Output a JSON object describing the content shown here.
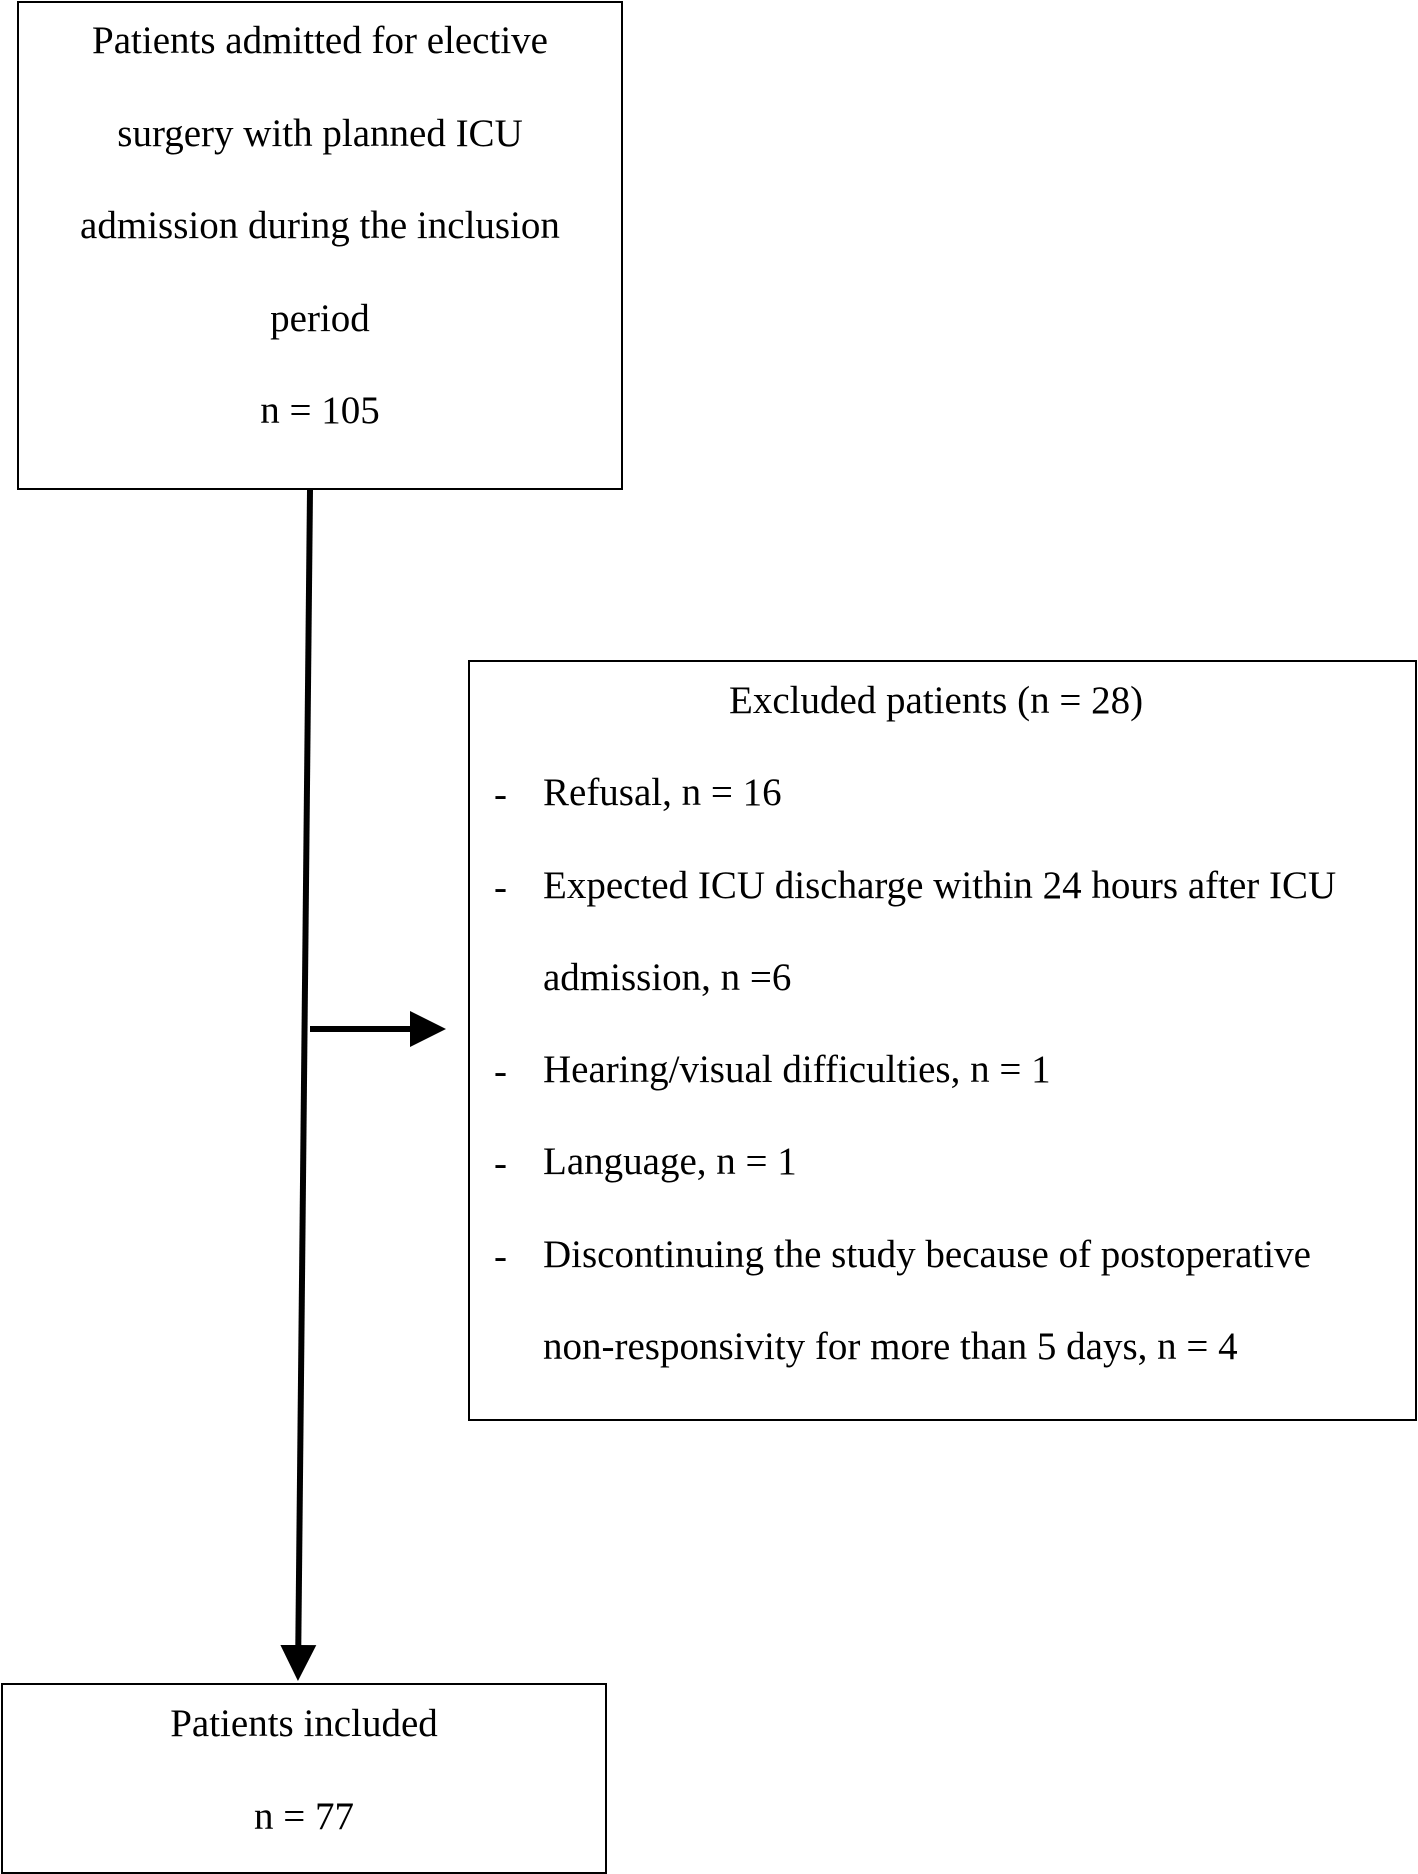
{
  "top_box": {
    "lines": [
      "Patients admitted for elective",
      "surgery with planned ICU",
      "admission during the inclusion",
      "period"
    ],
    "count": "n = 105"
  },
  "excluded_box": {
    "title": "Excluded patients (n = 28)",
    "bullet": "-",
    "items": [
      "Refusal, n = 16",
      "Expected ICU discharge within 24 hours after ICU",
      "admission, n =6",
      "Hearing/visual difficulties, n = 1",
      "Language, n = 1",
      "Discontinuing the study because of postoperative",
      "non-responsivity for more than 5 days, n = 4"
    ]
  },
  "included_box": {
    "title": "Patients included",
    "count": "n = 77"
  }
}
